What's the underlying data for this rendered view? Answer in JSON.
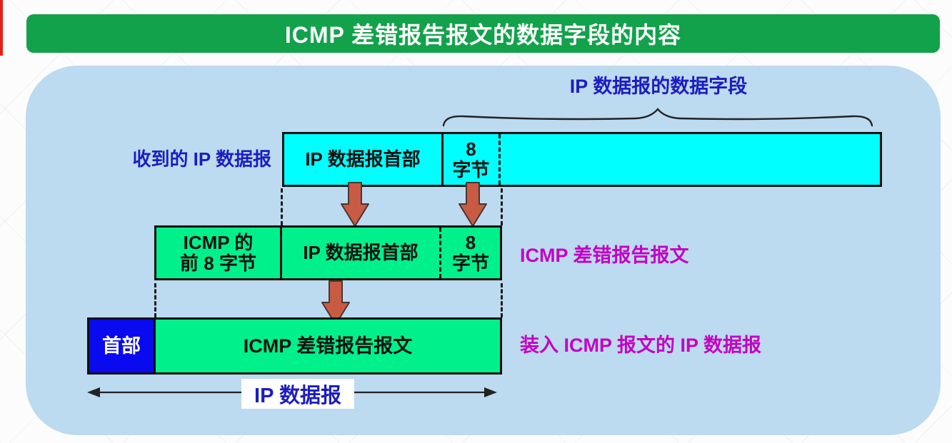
{
  "title": {
    "text": "ICMP 差错报告报文的数据字段的内容"
  },
  "panel": {
    "brace_label": "IP 数据报的数据字段",
    "received_row": {
      "side_label": "收到的 IP 数据报",
      "ip_header_cell": "IP 数据报首部",
      "eight_byte_cell_line1": "8",
      "eight_byte_cell_line2": "字节",
      "data_rest_cell": ""
    },
    "icmp_row": {
      "front_cell_line1": "ICMP 的",
      "front_cell_line2": "前 8 字节",
      "ip_header_cell": "IP 数据报首部",
      "eight_byte_cell_line1": "8",
      "eight_byte_cell_line2": "字节",
      "side_label": "ICMP 差错报告报文"
    },
    "packed_row": {
      "header_cell": "首部",
      "body_cell": "ICMP 差错报告报文",
      "side_label": "装入 ICMP 报文的 IP 数据报"
    },
    "span_label": "IP 数据报"
  },
  "colors": {
    "title_bar": "#12a24b",
    "panel_background": "#bcdaf0",
    "received_bar": "#00ffff",
    "icmp_bar": "#00f08c",
    "header_box": "#0a0af0",
    "blue_label": "#1d1dbe",
    "magenta_label": "#c303c3",
    "arrow": "#c85b43",
    "edge_strip": "#e32119"
  }
}
